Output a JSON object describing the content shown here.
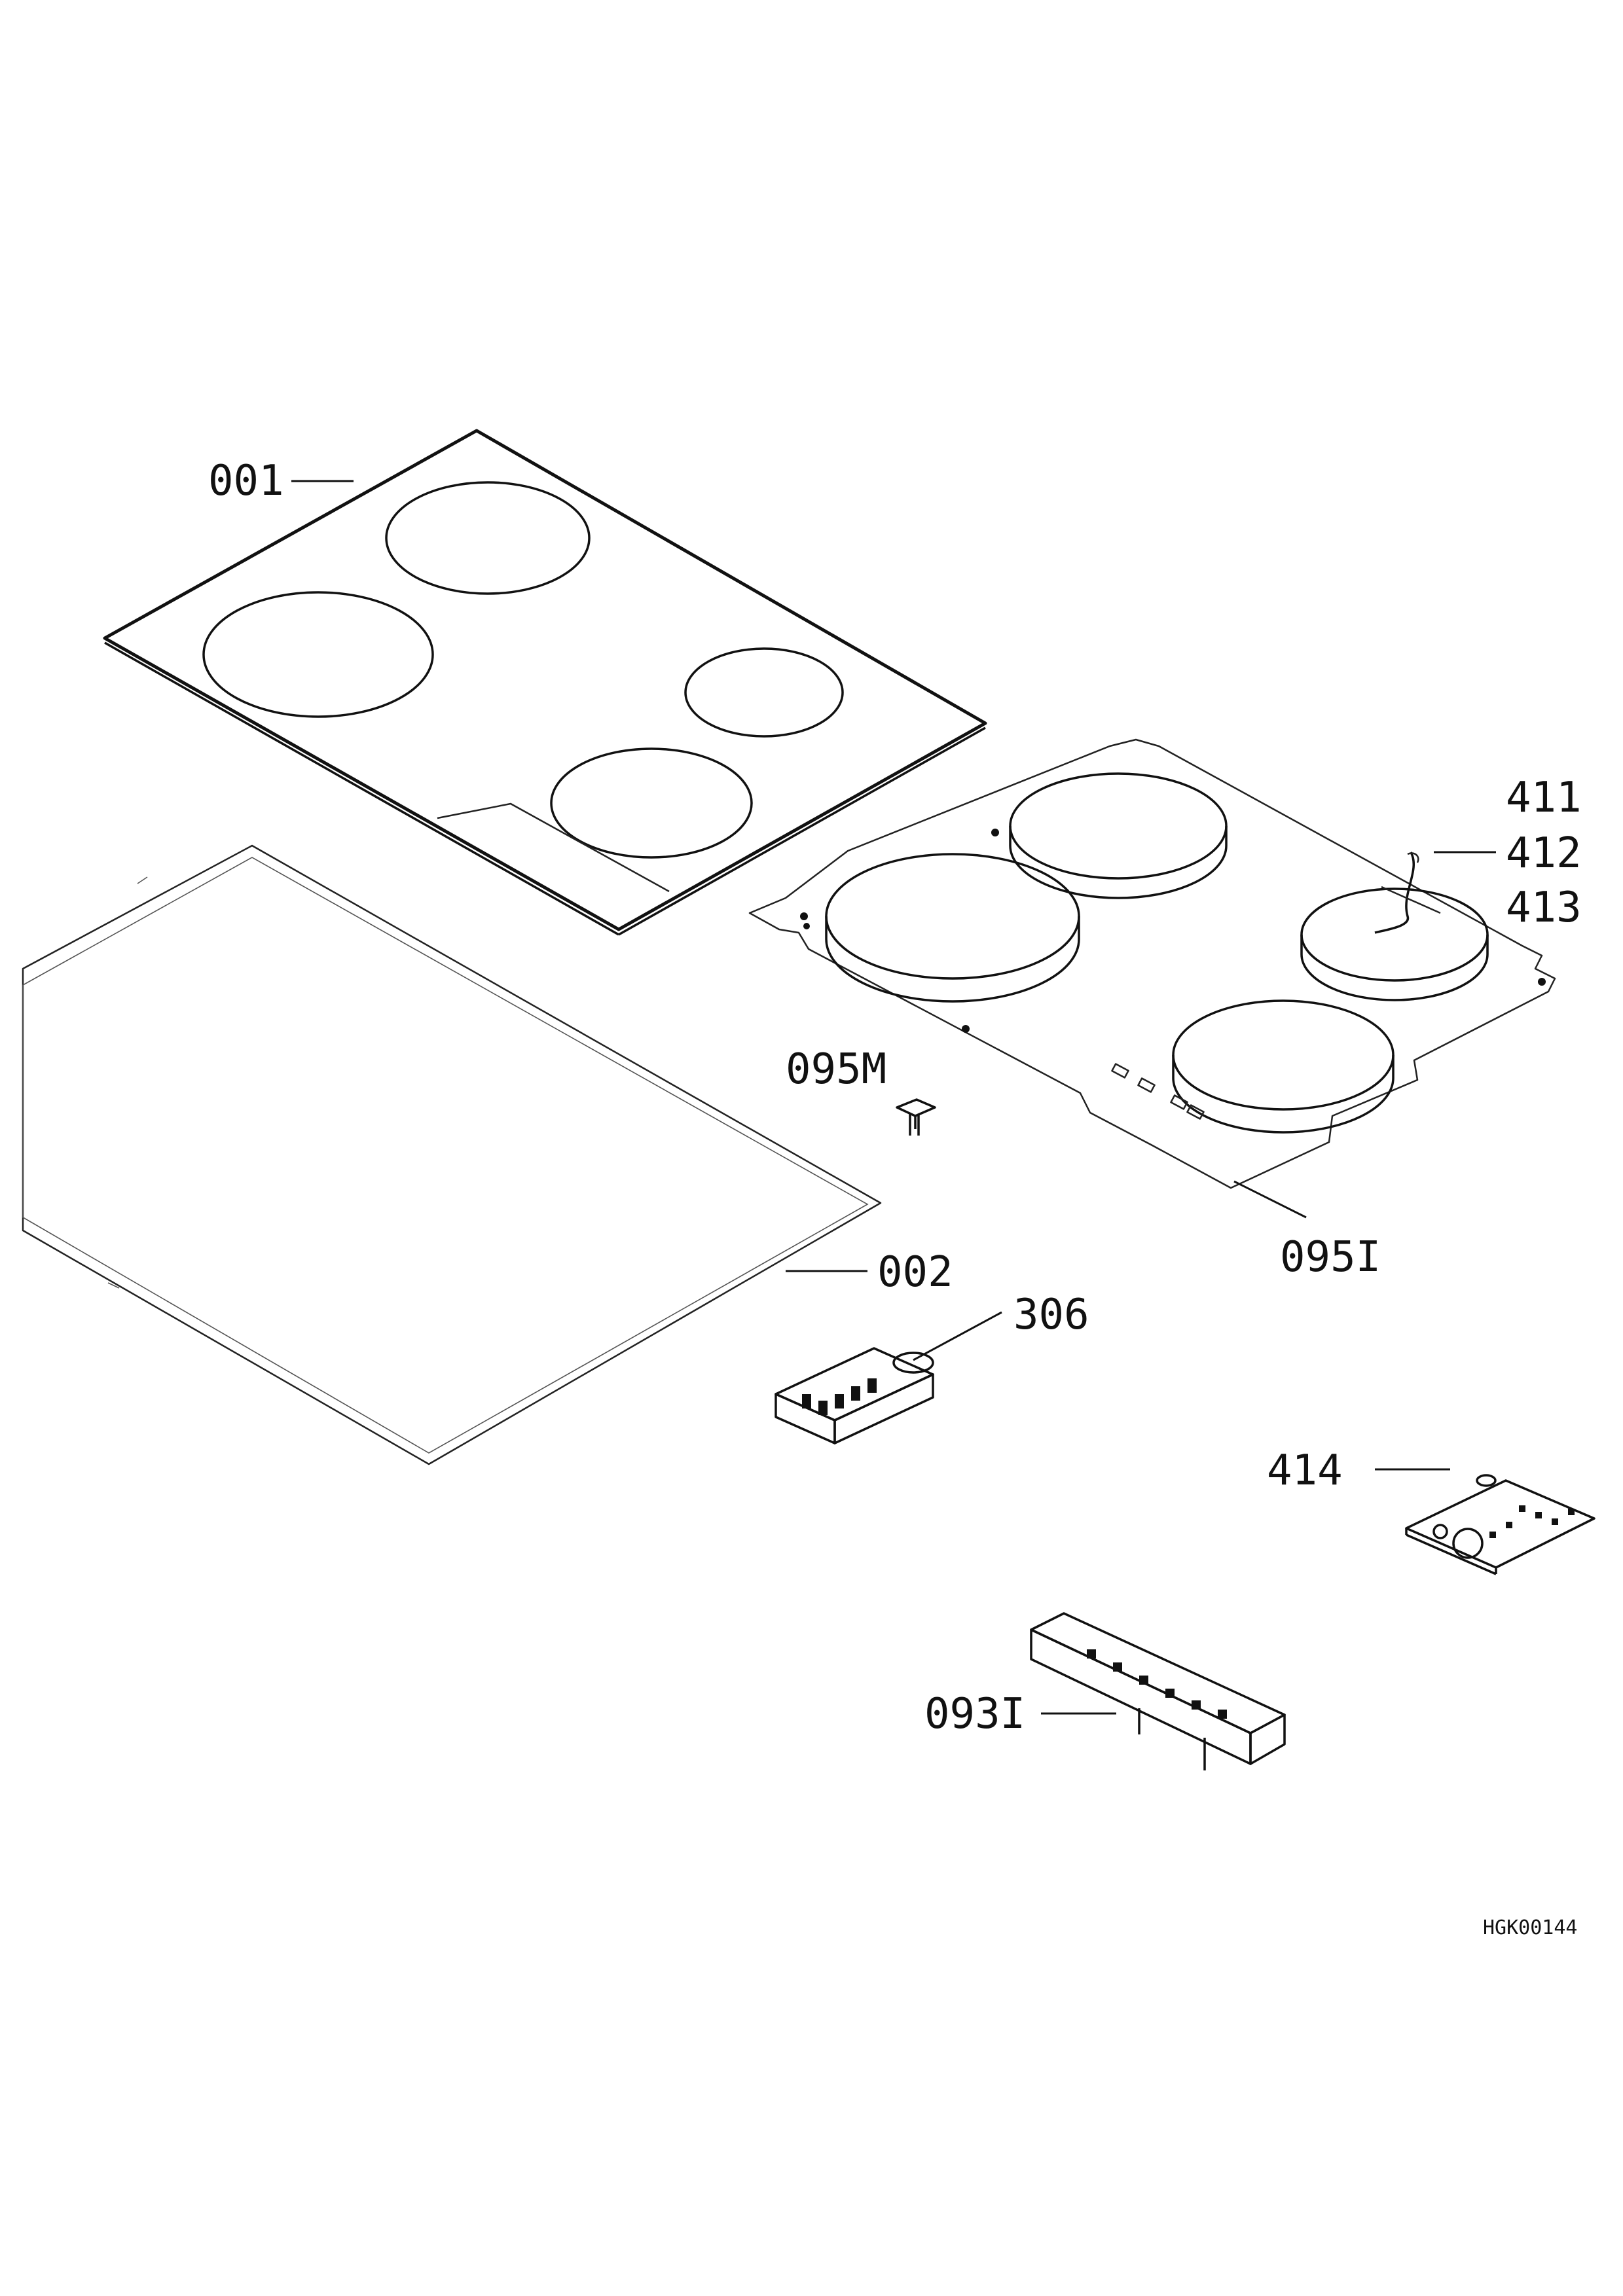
{
  "drawing_code": "HGK00144",
  "parts": [
    {
      "id": "part-001",
      "label": "001"
    },
    {
      "id": "part-002",
      "label": "002"
    },
    {
      "id": "part-095m",
      "label": "095M"
    },
    {
      "id": "part-306",
      "label": "306"
    },
    {
      "id": "part-411",
      "label": "411"
    },
    {
      "id": "part-412",
      "label": "412"
    },
    {
      "id": "part-413",
      "label": "413"
    },
    {
      "id": "part-095i",
      "label": "095I"
    },
    {
      "id": "part-414",
      "label": "414"
    },
    {
      "id": "part-093i",
      "label": "093I"
    }
  ]
}
